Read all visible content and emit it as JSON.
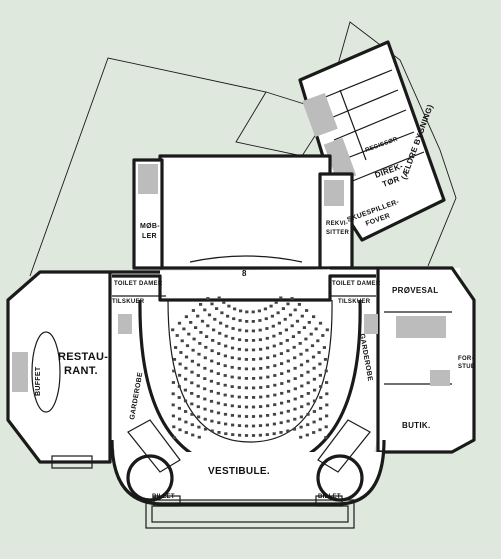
{
  "plan": {
    "labels": {
      "restaurant": "RESTAU-\nRANT.",
      "buffet": "BUFFET",
      "tilskuer_left": "TILSKUER",
      "tilskuer_right": "TILSKUER",
      "toilet_left": "TOILET DAMER",
      "toilet_right": "TOILET DAMER",
      "garderobe_left": "GARDEROBE",
      "garderobe_right": "GARDEROBE",
      "mobler": "MØB-\nLER",
      "rekvisitter": "REKVI-\nSITTER",
      "provesal": "PRØVESAL",
      "butik": "BUTIK.",
      "forstue": "FOR-\nSTUE",
      "vestibule": "VESTIBULE.",
      "billet_left": "BILLET",
      "billet_right": "BILLET",
      "direktor": "DIREK-\nTØR",
      "skuespiller_fover": "SKUESPILLER-\nFOVER",
      "regissor": "REGISSØR",
      "aeldre_bygning": "(ÆLDRE BYGNING)",
      "stage_marker": "8"
    }
  }
}
